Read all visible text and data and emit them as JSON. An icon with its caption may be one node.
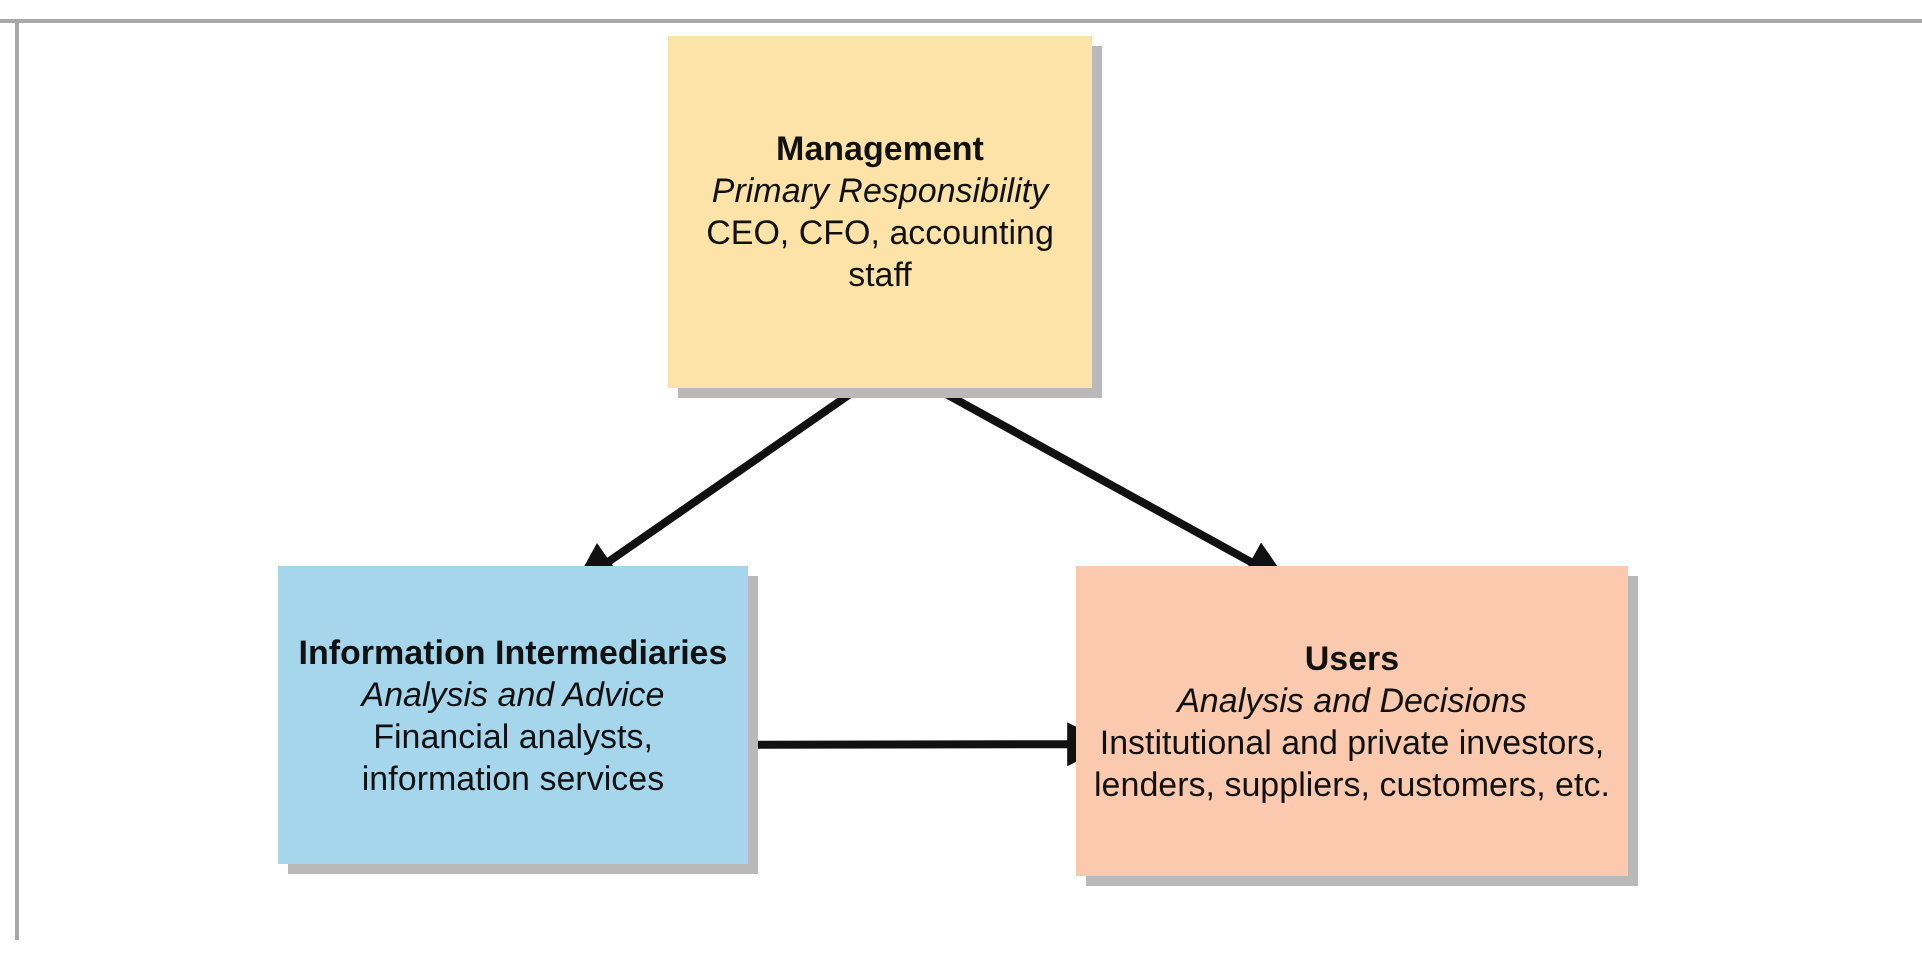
{
  "diagram": {
    "nodes": [
      {
        "text": [
          "Management",
          "Primary Responsibility",
          "CEO, CFO, accounting staff"
        ]
      },
      {
        "text": [
          "Information Intermediaries",
          "Analysis and Advice",
          "Financial analysts, information services"
        ]
      },
      {
        "text": [
          "Users",
          "Analysis and Decisions",
          "Institutional and private investors, lenders, suppliers, customers, etc."
        ]
      }
    ],
    "edges": [
      {
        "from": 0,
        "to": 1,
        "arrow": "to"
      },
      {
        "from": 0,
        "to": 2,
        "arrow": "to"
      },
      {
        "from": 1,
        "to": 2,
        "arrow": "to"
      }
    ]
  }
}
